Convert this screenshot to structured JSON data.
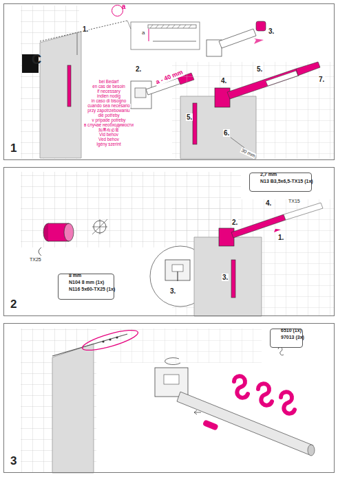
{
  "diagram": {
    "nodes": [
      {
        "text": [
          "1"
        ]
      },
      {
        "text": [
          "C"
        ],
        "in": 0
      },
      {
        "text": [
          "a"
        ],
        "in": 0
      },
      {
        "text": [
          "2"
        ]
      },
      {
        "text": [
          "2,7 mm",
          "N13 B3,5x6,5-TX15 (1x)"
        ],
        "in": 3
      },
      {
        "text": [
          "8 mm",
          "N104 8 mm (1x)",
          "N116 5x60-TX25 (1x)"
        ],
        "in": 3
      },
      {
        "text": [
          "3"
        ]
      },
      {
        "text": [
          "6510 (1x)",
          "97013 (3x)"
        ],
        "in": 6
      }
    ],
    "labels": [
      "1.",
      "a",
      "2.",
      "a - 40 mm",
      "3.",
      "4.",
      "5.",
      "7.",
      "5.",
      "6.",
      "30 mm",
      "bei Bedarf",
      "en cas de besoin",
      "if necessary",
      "indien nodig",
      "in caso di bisogno",
      "cuando sea necesario",
      "przy zapotrzebowaniu",
      "dle potřeby",
      "v prípade potreby",
      "в случае необходимости",
      "如果有必要",
      "Vid behov",
      "Ved behov",
      "Igény szerint",
      "4.",
      "TX15",
      "2.",
      "1.",
      "3.",
      "3.",
      "TX25"
    ]
  }
}
